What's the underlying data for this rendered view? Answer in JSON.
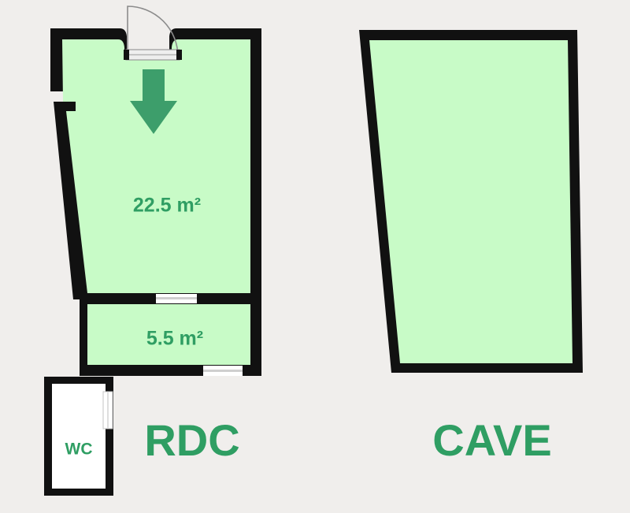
{
  "plan": {
    "background_color": "#f0eeec",
    "wall_color": "#111111",
    "room_fill": "#c8fbc7",
    "accent_green": "#2f9e63",
    "arrow_color": "#3d9e6b",
    "door_leaf_color": "#ffffff",
    "opening_fill": "#ffffff"
  },
  "levels": [
    {
      "id": "rdc",
      "title": "RDC",
      "rooms": [
        {
          "id": "living",
          "area_label": "22.5 m²",
          "area_value": 22.5,
          "unit": "m²"
        },
        {
          "id": "second",
          "area_label": "5.5 m²",
          "area_value": 5.5,
          "unit": "m²"
        },
        {
          "id": "wc",
          "label": "WC"
        }
      ],
      "entry_arrow": "down-arrow",
      "entry_door": "swing-door"
    },
    {
      "id": "cave",
      "title": "CAVE",
      "rooms": []
    }
  ],
  "labels": {
    "rdc_title": "RDC",
    "cave_title": "CAVE",
    "living_area": "22.5 m²",
    "second_area": "5.5 m²",
    "wc": "WC"
  }
}
